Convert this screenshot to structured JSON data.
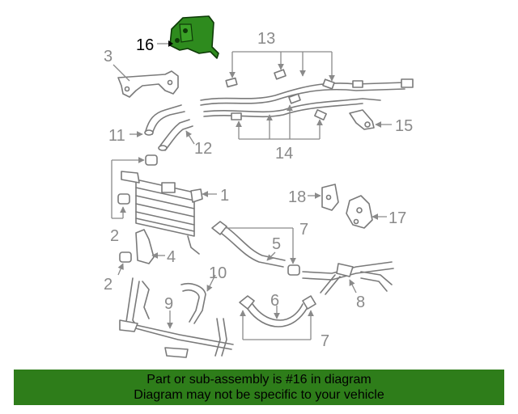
{
  "diagram": {
    "callouts": {
      "c1": "1",
      "c2a": "2",
      "c2b": "2",
      "c3": "3",
      "c4": "4",
      "c5": "5",
      "c6": "6",
      "c7a": "7",
      "c7b": "7",
      "c8": "8",
      "c9": "9",
      "c10": "10",
      "c11": "11",
      "c12": "12",
      "c13": "13",
      "c14": "14",
      "c15": "15",
      "c16": "16",
      "c17": "17",
      "c18": "18"
    },
    "highlighted_part": "16",
    "highlight_color": "#2e8b1e"
  },
  "banner": {
    "line1": "Part or sub-assembly is #16 in diagram",
    "line2": "Diagram may not be specific to your vehicle",
    "background": "#2e7d1a"
  }
}
